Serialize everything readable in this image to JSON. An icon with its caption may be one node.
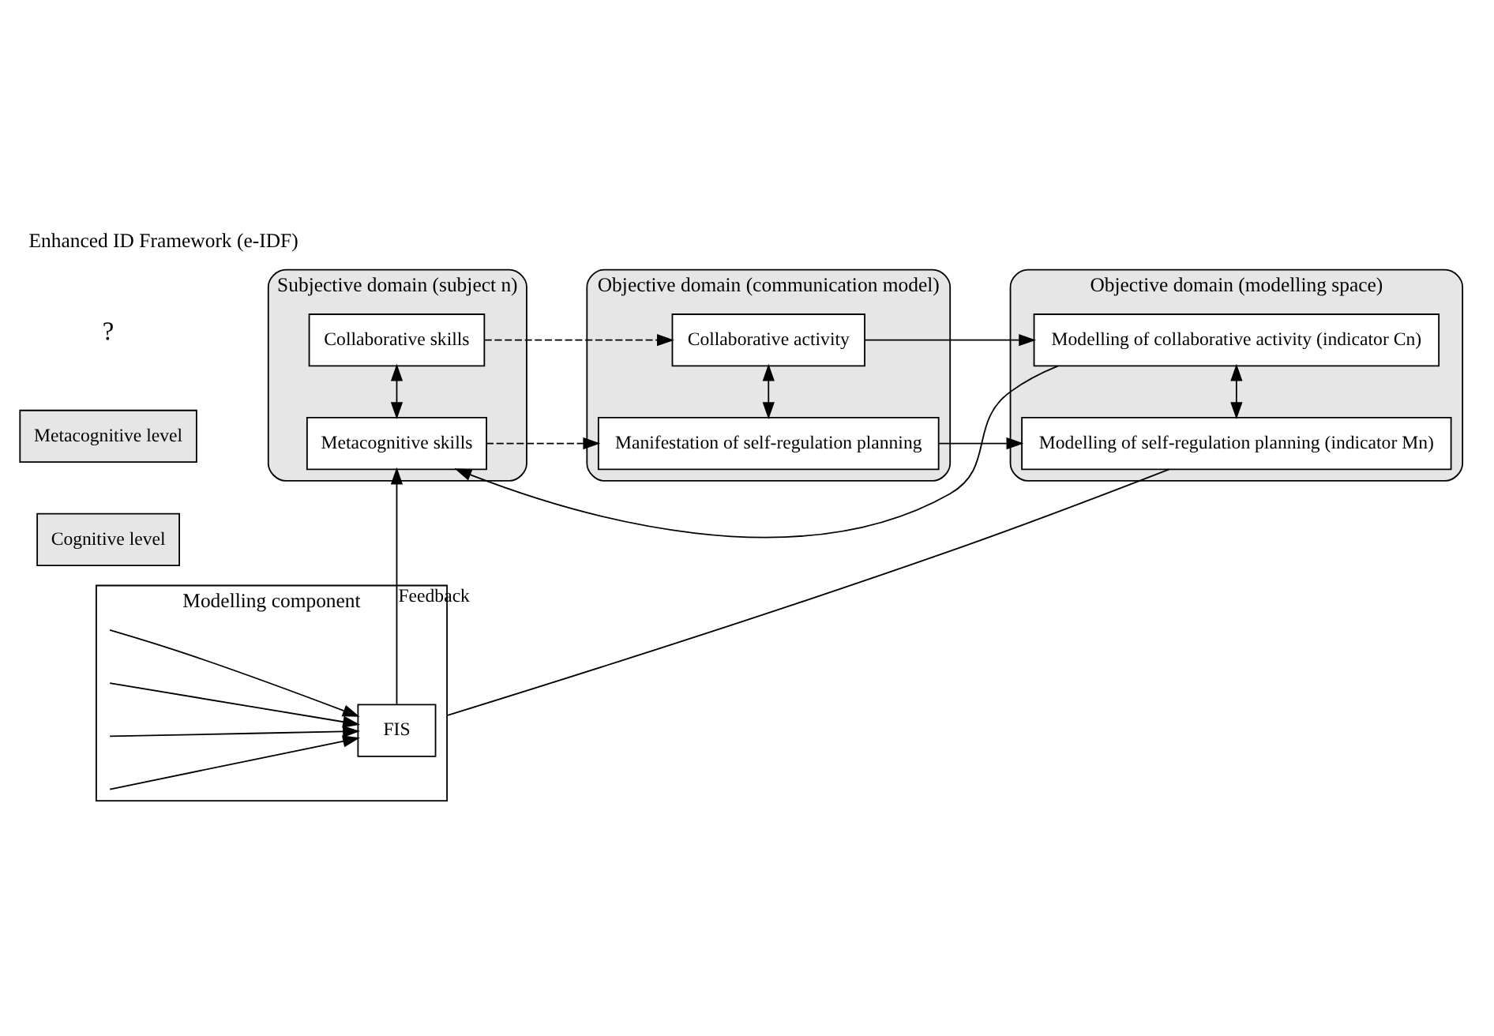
{
  "diagram": {
    "title": "Enhanced ID Framework (e-IDF)",
    "nodes": [
      {
        "text": [
          "Metacognitive level"
        ]
      },
      {
        "text": [
          "Cognitive level"
        ]
      },
      {
        "text": [
          "Subjective domain (subject n)"
        ]
      },
      {
        "text": [
          "Metacognitive skills"
        ],
        "in": 2
      },
      {
        "text": [
          "Collaborative skills"
        ],
        "in": 2
      },
      {
        "text": [
          "Objective domain (communication model)"
        ]
      },
      {
        "text": [
          "Manifestation of self-regulation planning"
        ],
        "in": 5
      },
      {
        "text": [
          "Collaborative activity"
        ],
        "in": 5
      },
      {
        "text": [
          "Objective domain (modelling space)"
        ]
      },
      {
        "text": [
          "Modelling of self-regulation planning (indicator Mn)"
        ],
        "in": 8
      },
      {
        "text": [
          "Modelling of collaborative activity (indicator Cn)"
        ],
        "in": 8
      },
      {
        "text": [
          "Modelling component"
        ]
      },
      {
        "text": [
          "FIS"
        ],
        "in": 11
      }
    ],
    "edges": [
      {
        "from": 3,
        "to": 6,
        "arrow": "to",
        "style": "dashed"
      },
      {
        "from": 4,
        "to": 7,
        "arrow": "to",
        "style": "dashed"
      },
      {
        "from": 3,
        "to": 4,
        "arrow": "both"
      },
      {
        "from": 6,
        "to": 7,
        "arrow": "both"
      },
      {
        "from": 6,
        "to": 9,
        "arrow": "to"
      },
      {
        "from": 7,
        "to": 10,
        "arrow": "to"
      },
      {
        "from": 9,
        "to": 10,
        "arrow": "both"
      },
      {
        "from": 11,
        "to": 9,
        "arrow": "none"
      },
      {
        "from": null,
        "to": 12,
        "arrow": "to"
      },
      {
        "from": null,
        "to": 12,
        "arrow": "to"
      },
      {
        "from": null,
        "to": 12,
        "arrow": "to"
      },
      {
        "from": null,
        "to": 12,
        "arrow": "to"
      },
      {
        "from": 12,
        "to": 3,
        "arrow": "to",
        "label": "Feedback"
      },
      {
        "from": 10,
        "to": 3,
        "arrow": "to"
      }
    ],
    "labels": [
      "?"
    ]
  }
}
